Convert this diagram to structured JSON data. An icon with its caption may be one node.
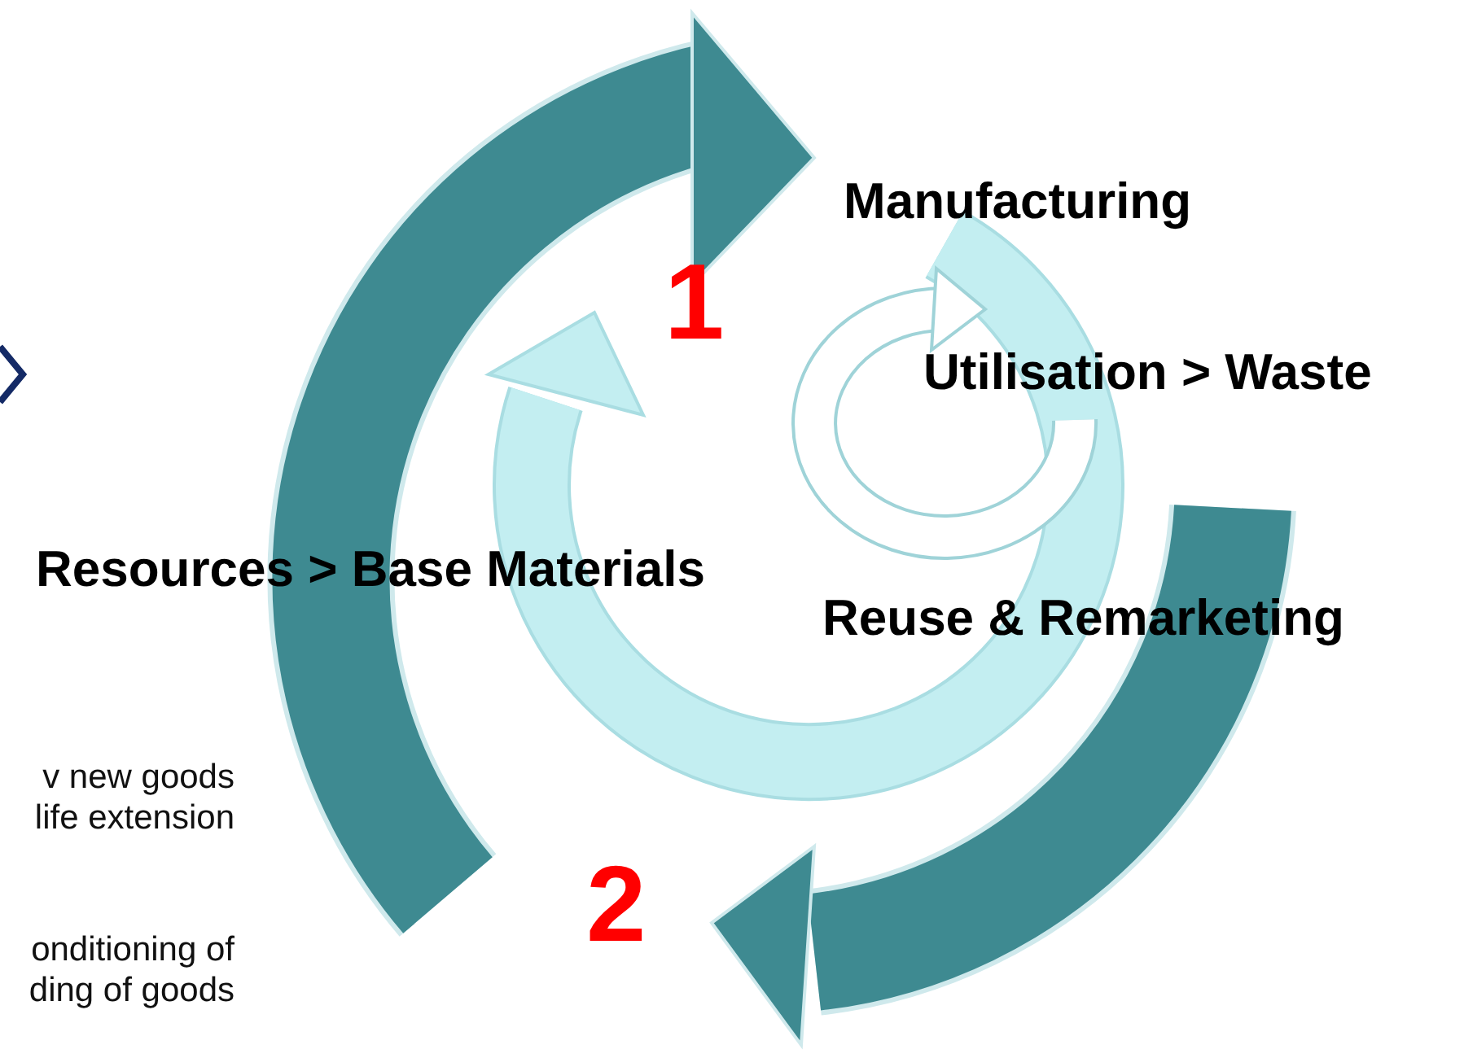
{
  "diagram": {
    "labels": [
      "Manufacturing",
      "1",
      "Utilisation > Waste",
      "Resources > Base Materials",
      "Reuse & Remarketing",
      "v new goods life extension",
      "2",
      "onditioning of ding of goods"
    ]
  }
}
